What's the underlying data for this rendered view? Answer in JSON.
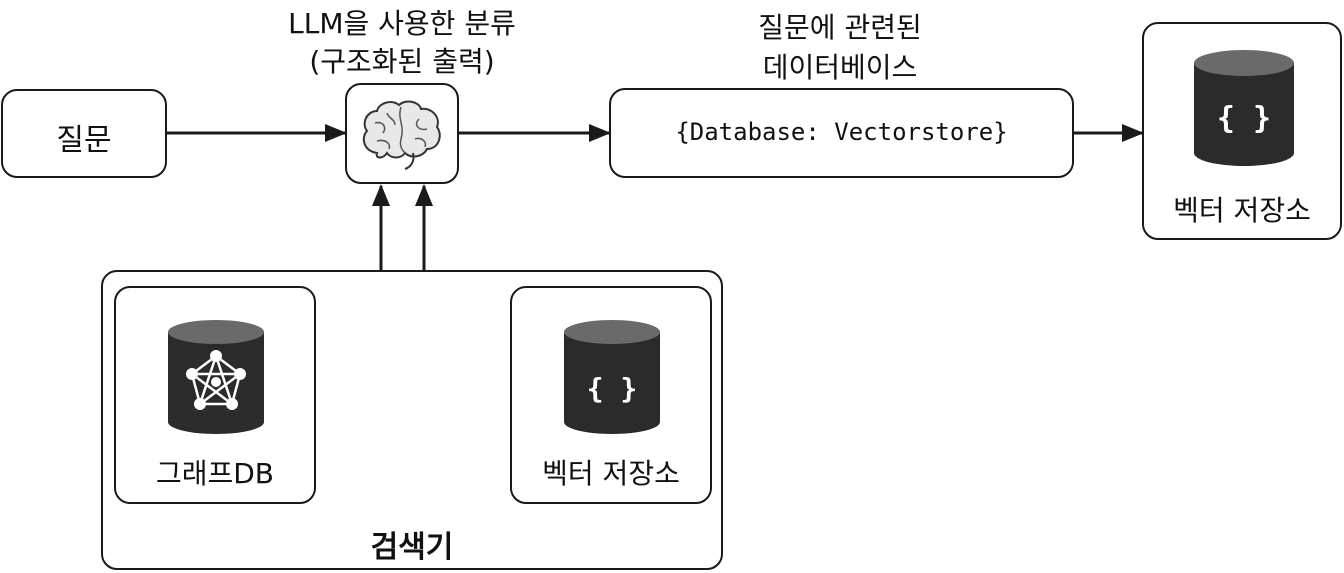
{
  "nodes": {
    "question": {
      "label": "질문"
    },
    "llm": {
      "title_line1": "LLM을 사용한 분류",
      "title_line2": "(구조화된 출력)"
    },
    "database": {
      "caption_line1": "질문에 관련된",
      "caption_line2": "데이터베이스",
      "content": "{Database: Vectorstore}"
    },
    "vectorstore_out": {
      "label": "벡터 저장소",
      "icon_text": "{ }"
    },
    "retriever": {
      "label": "검색기",
      "graphdb": {
        "label": "그래프DB"
      },
      "vectorstore": {
        "label": "벡터 저장소",
        "icon_text": "{ }"
      }
    }
  },
  "colors": {
    "line": "#1a1a1a",
    "cylinder": "#2b2b2b",
    "cylinder_top": "#6a6a6a"
  },
  "icons": {
    "brain": "brain-icon",
    "graph_db": "graph-database-icon",
    "vector_db": "vector-database-icon"
  }
}
